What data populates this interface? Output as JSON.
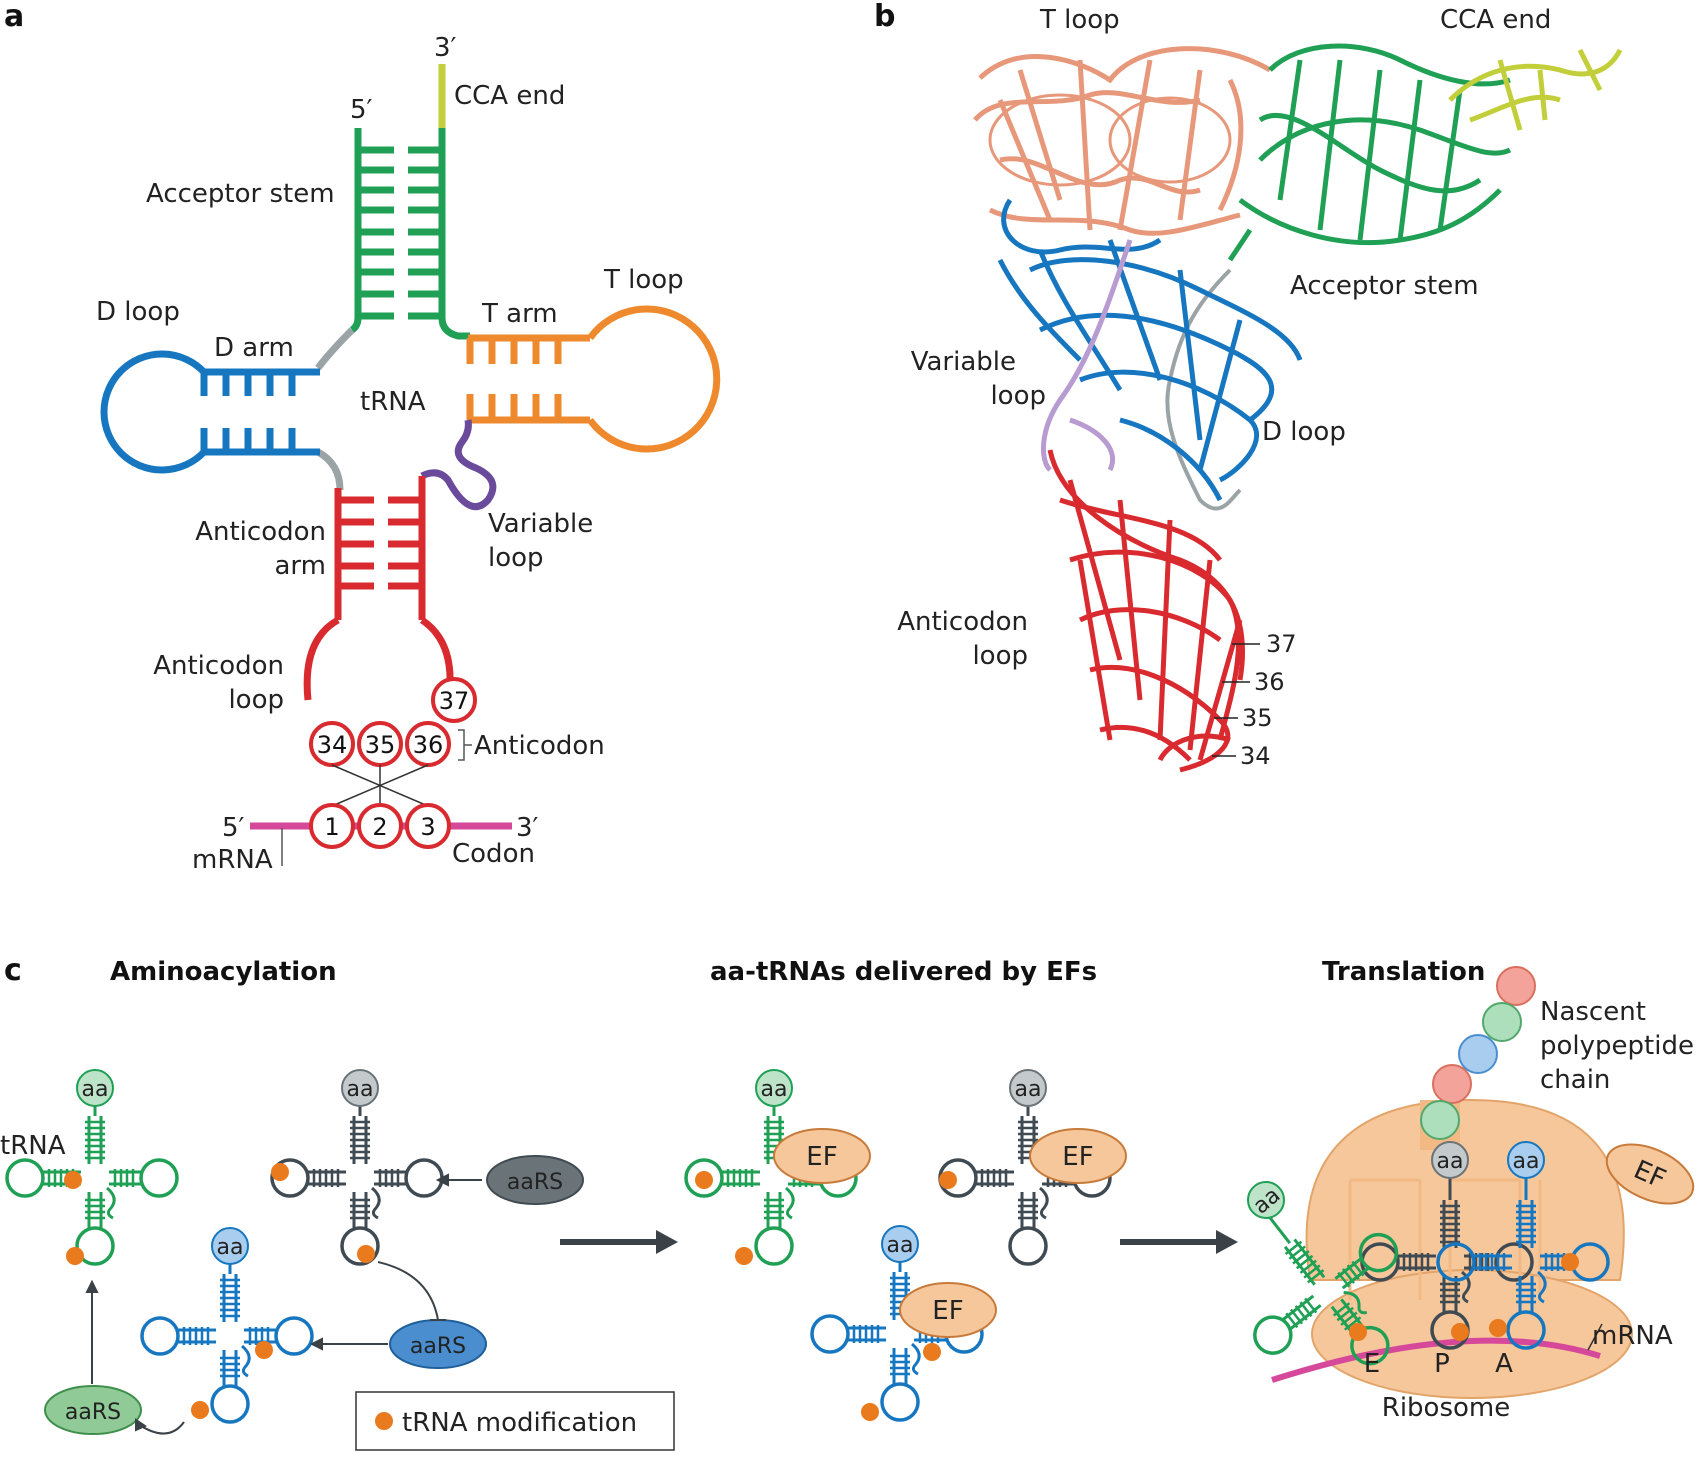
{
  "panels": {
    "a": "a",
    "b": "b",
    "c": "c"
  },
  "colors": {
    "acceptor": "#1fa055",
    "d_arm": "#1677c0",
    "t_arm": "#ee8a2d",
    "anticodon": "#d92b2f",
    "variable": "#6a4a9b",
    "cca": "#c2cf3a",
    "connector": "#9aa3a6",
    "mrna": "#d6489a",
    "t_loop_3d": "#e8987a",
    "modification": "#ea7a1e",
    "ribosome": "#f6c79a",
    "dark_trna": "#3f4a52"
  },
  "panel_a": {
    "prime_3": "3′",
    "prime_5": "5′",
    "cca_end": "CCA end",
    "acceptor_stem": "Acceptor stem",
    "d_loop": "D loop",
    "d_arm": "D arm",
    "trna": "tRNA",
    "t_arm": "T arm",
    "t_loop": "T loop",
    "anticodon_arm_1": "Anticodon",
    "anticodon_arm_2": "arm",
    "variable_loop_1": "Variable",
    "variable_loop_2": "loop",
    "anticodon_loop_1": "Anticodon",
    "anticodon_loop_2": "loop",
    "anticodon": "Anticodon",
    "codon": "Codon",
    "mrna": "mRNA",
    "mrna_5": "5′",
    "mrna_3": "3′",
    "nucleotides": [
      "34",
      "35",
      "36",
      "37"
    ],
    "codon_positions": [
      "1",
      "2",
      "3"
    ]
  },
  "panel_b": {
    "t_loop": "T loop",
    "cca_end": "CCA end",
    "acceptor_stem": "Acceptor stem",
    "variable_loop_1": "Variable",
    "variable_loop_2": "loop",
    "d_loop": "D loop",
    "anticodon_loop_1": "Anticodon",
    "anticodon_loop_2": "loop",
    "positions": [
      "37",
      "36",
      "35",
      "34"
    ]
  },
  "panel_c": {
    "aminoacylation": "Aminoacylation",
    "delivered": "aa-tRNAs delivered by EFs",
    "translation": "Translation",
    "trna": "tRNA",
    "aa": "aa",
    "aars": "aaRS",
    "ef": "EF",
    "legend": "tRNA modification",
    "nascent_1": "Nascent",
    "nascent_2": "polypeptide",
    "nascent_3": "chain",
    "mrna": "mRNA",
    "site_e": "E",
    "site_p": "P",
    "site_a": "A",
    "ribosome": "Ribosome"
  }
}
